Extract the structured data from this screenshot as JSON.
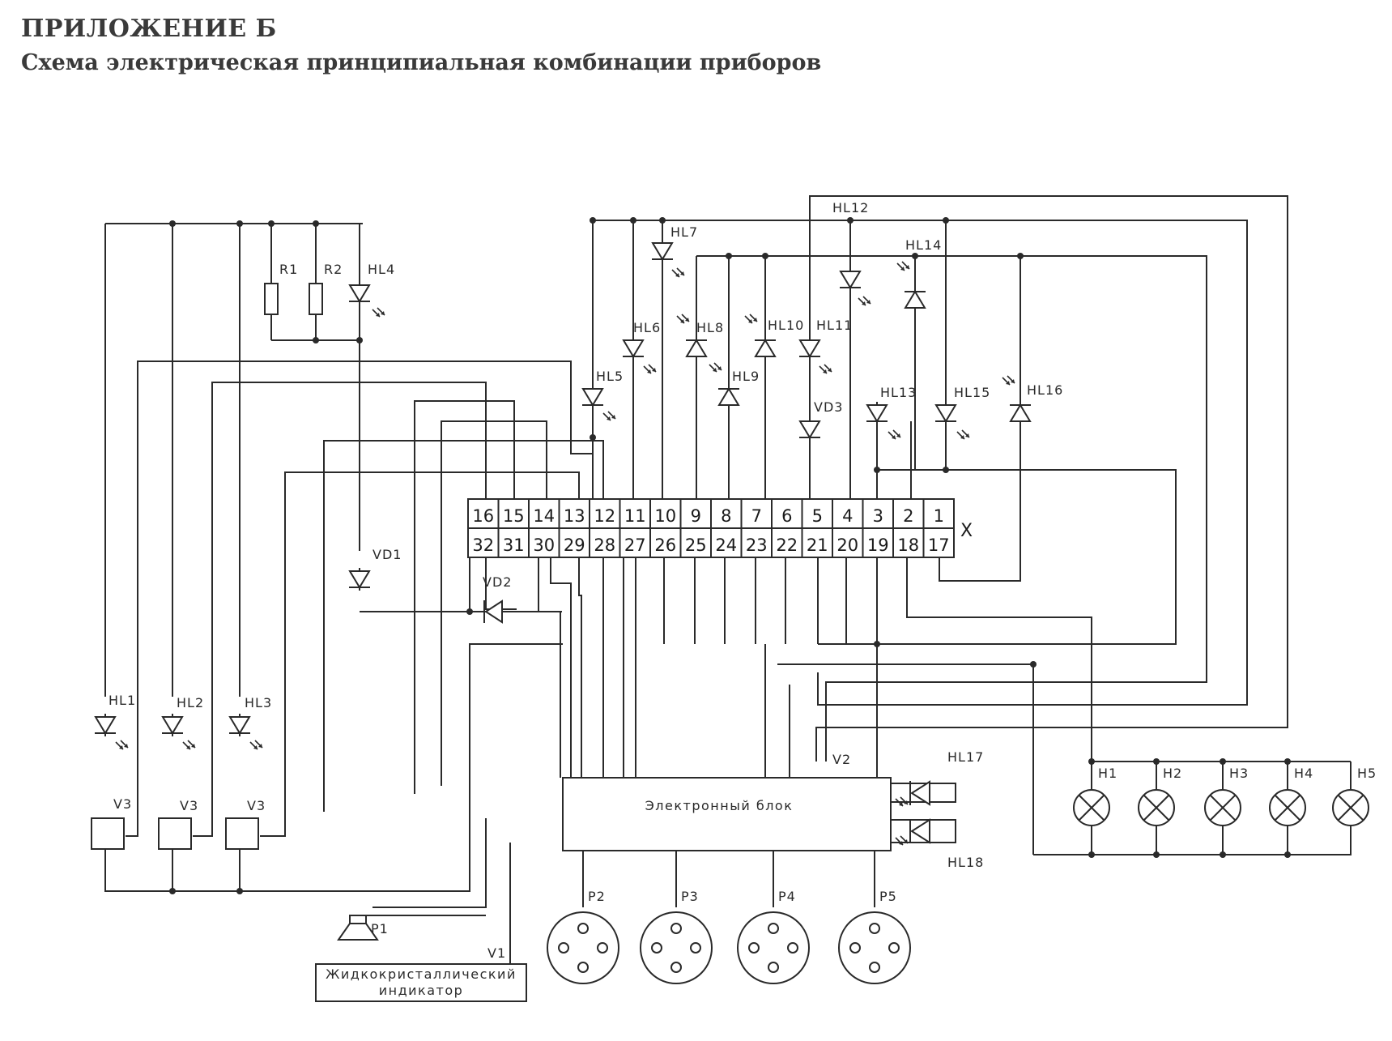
{
  "header": {
    "title": "ПРИЛОЖЕНИЕ Б",
    "subtitle": "Схема электрическая принципиальная комбинации приборов"
  },
  "connector": {
    "name": "X",
    "top_pins": [
      "16",
      "15",
      "14",
      "13",
      "12",
      "11",
      "10",
      "9",
      "8",
      "7",
      "6",
      "5",
      "4",
      "3",
      "2",
      "1"
    ],
    "bottom_pins": [
      "32",
      "31",
      "30",
      "29",
      "28",
      "27",
      "26",
      "25",
      "24",
      "23",
      "22",
      "21",
      "20",
      "19",
      "18",
      "17"
    ]
  },
  "resistors": {
    "r1": "R1",
    "r2": "R2"
  },
  "leds": {
    "hl1": "HL1",
    "hl2": "HL2",
    "hl3": "HL3",
    "hl4": "HL4",
    "hl5": "HL5",
    "hl6": "HL6",
    "hl7": "HL7",
    "hl8": "HL8",
    "hl9": "HL9",
    "hl10": "HL10",
    "hl11": "HL11",
    "hl12": "HL12",
    "hl13": "HL13",
    "hl14": "HL14",
    "hl15": "HL15",
    "hl16": "HL16",
    "hl17": "HL17",
    "hl18": "HL18"
  },
  "diodes": {
    "vd1": "VD1",
    "vd2": "VD2",
    "vd3": "VD3"
  },
  "sensors": {
    "v3a": "V3",
    "v3b": "V3",
    "v3c": "V3"
  },
  "lamps": {
    "h1": "H1",
    "h2": "H2",
    "h3": "H3",
    "h4": "H4",
    "h5": "H5"
  },
  "gauges": {
    "p2": "P2",
    "p3": "P3",
    "p4": "P4",
    "p5": "P5"
  },
  "misc": {
    "electronic_unit": "Электронный блок",
    "v2": "V2",
    "v1": "V1",
    "p1": "P1",
    "lcd_line1": "Жидкокристаллический",
    "lcd_line2": "индикатор"
  }
}
